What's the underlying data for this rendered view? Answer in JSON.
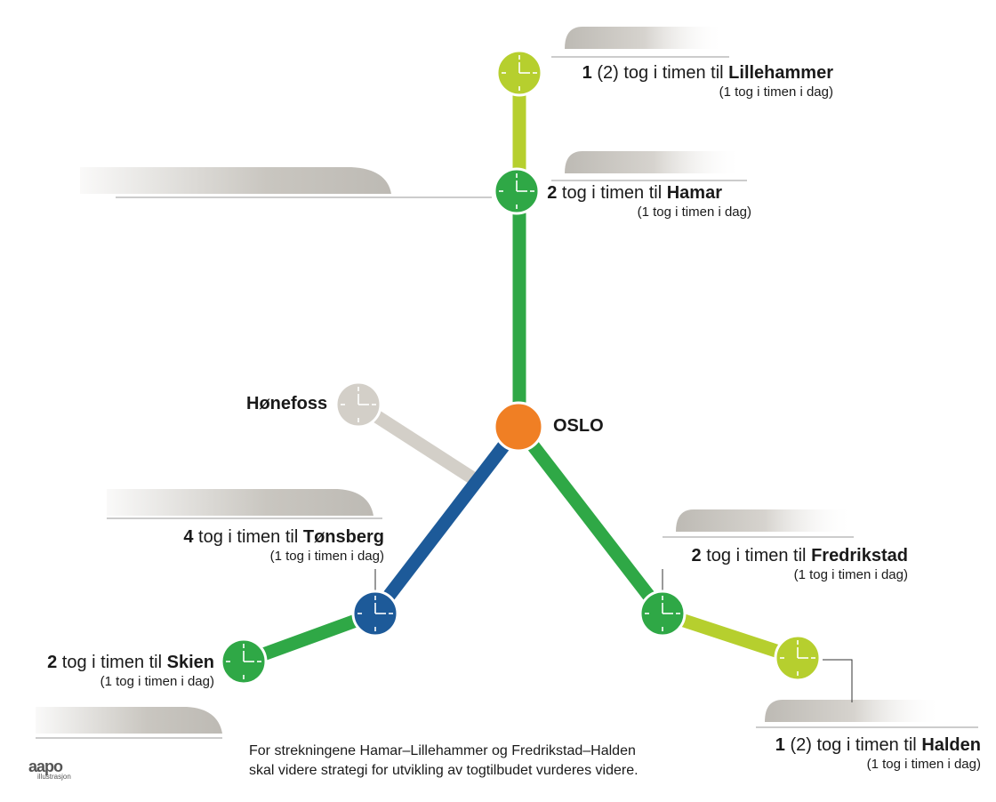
{
  "colors": {
    "lime": "#b6cf2e",
    "green": "#2fa846",
    "blue": "#1d5a99",
    "orange": "#f07f24",
    "gray": "#d3cfc8"
  },
  "routes": [
    {
      "id": "lillehammer",
      "count": "1",
      "middle": " (2) tog i timen til ",
      "dest": "Lillehammer",
      "today": "(1 tog i timen i dag)"
    },
    {
      "id": "hamar",
      "count": "2",
      "middle": " tog i timen til ",
      "dest": "Hamar",
      "today": "(1 tog i timen i dag)"
    },
    {
      "id": "tonsberg",
      "count": "4",
      "middle": " tog i timen til ",
      "dest": "Tønsberg",
      "today": "(1 tog i timen i dag)"
    },
    {
      "id": "fredrikstad",
      "count": "2",
      "middle": " tog i timen til ",
      "dest": "Fredrikstad",
      "today": "(1 tog i timen i dag)"
    },
    {
      "id": "skien",
      "count": "2",
      "middle": " tog i timen til ",
      "dest": "Skien",
      "today": "(1 tog i timen i dag)"
    },
    {
      "id": "halden",
      "count": "1",
      "middle": " (2) tog i timen til ",
      "dest": "Halden",
      "today": "(1 tog i timen i dag)"
    }
  ],
  "hub": "OSLO",
  "honefoss": "Hønefoss",
  "note": [
    "For strekningene Hamar–Lillehammer og Fredrikstad–Halden",
    "skal videre strategi for utvikling  av togtilbudet vurderes videre."
  ],
  "logo": {
    "mark": "aapo",
    "sub": "illustrasjon"
  }
}
